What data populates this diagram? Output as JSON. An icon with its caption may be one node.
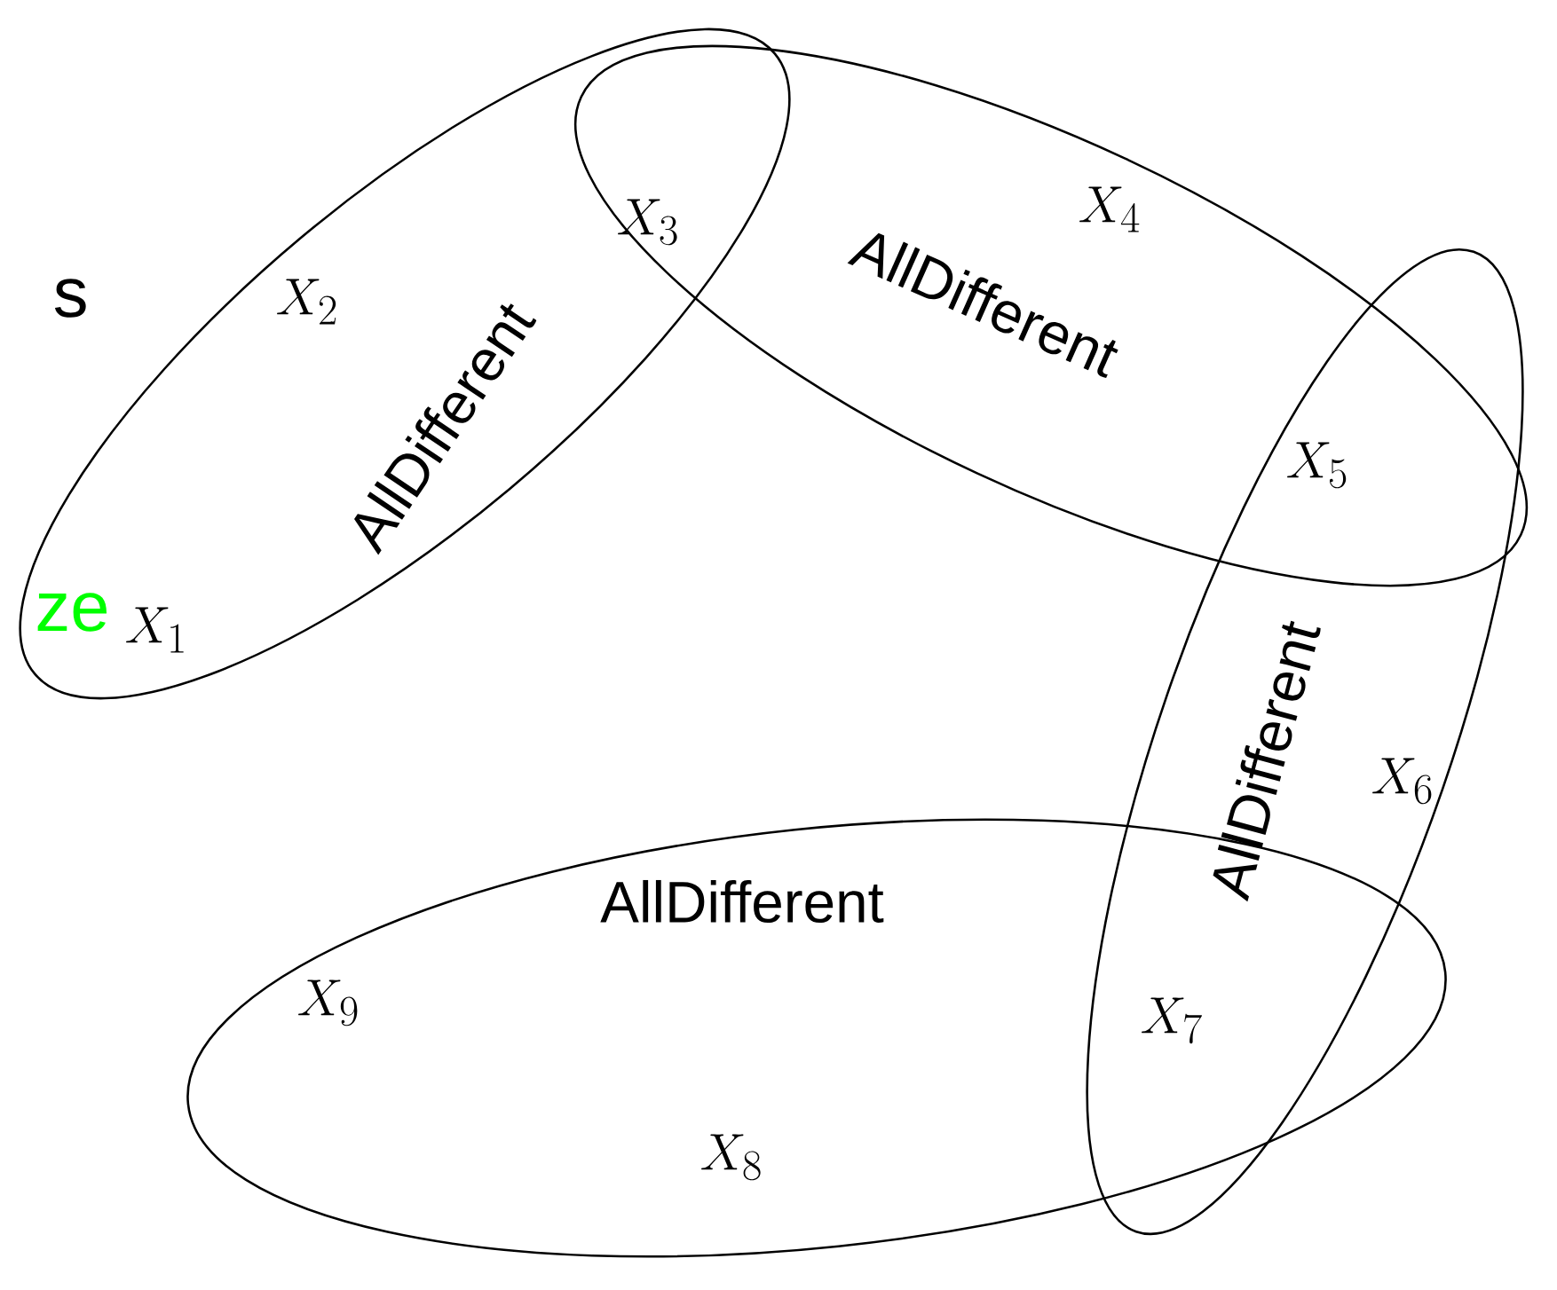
{
  "diagram": {
    "nodes": [
      {
        "text": [
          "AllDifferent"
        ]
      },
      {
        "text": [
          "AllDifferent"
        ]
      },
      {
        "text": [
          "AllDifferent"
        ]
      },
      {
        "text": [
          "AllDifferent"
        ]
      }
    ],
    "labels": [
      "s",
      "ze",
      "X_1",
      "X_2",
      "X_3",
      "X_4",
      "X_5",
      "X_6",
      "X_7",
      "X_8",
      "X_9"
    ]
  }
}
